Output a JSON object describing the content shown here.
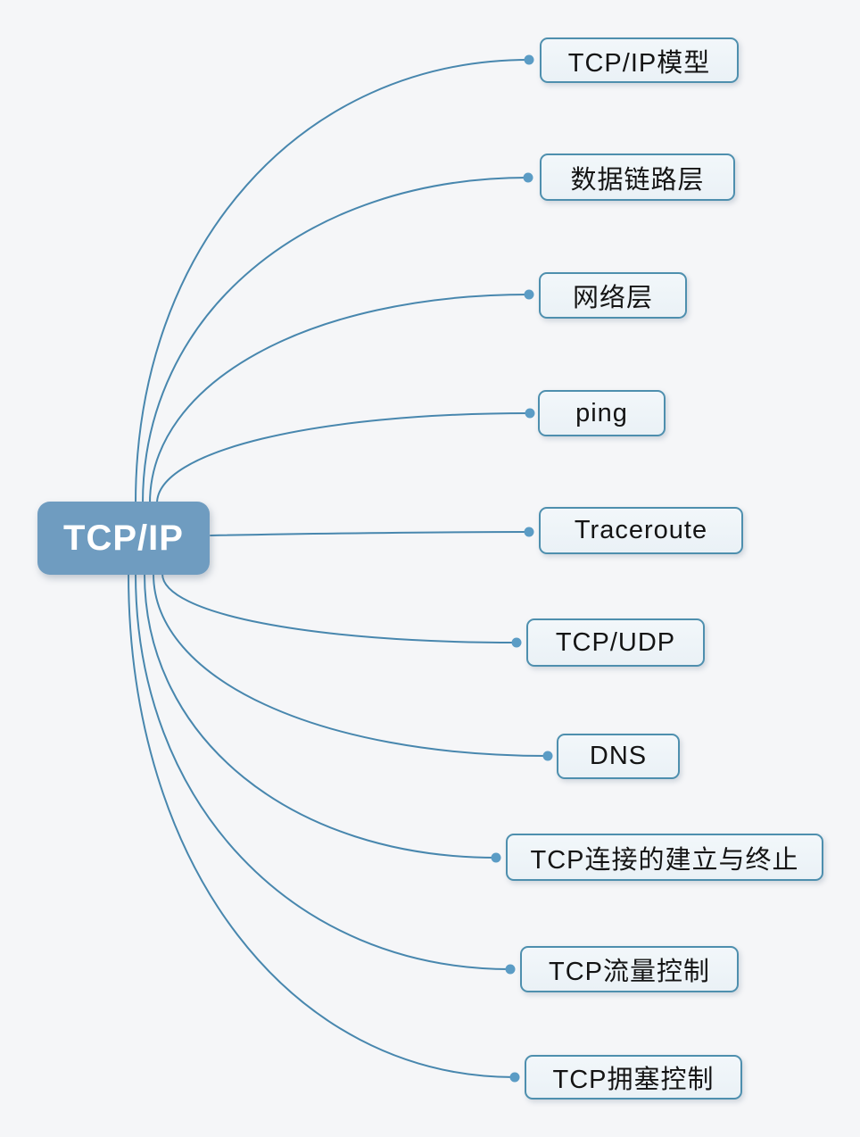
{
  "diagram": {
    "root": {
      "label": "TCP/IP"
    },
    "children": [
      {
        "label": "TCP/IP模型"
      },
      {
        "label": "数据链路层"
      },
      {
        "label": "网络层"
      },
      {
        "label": "ping"
      },
      {
        "label": "Traceroute"
      },
      {
        "label": "TCP/UDP"
      },
      {
        "label": "DNS"
      },
      {
        "label": "TCP连接的建立与终止"
      },
      {
        "label": "TCP流量控制"
      },
      {
        "label": "TCP拥塞控制"
      }
    ],
    "colors": {
      "background": "#f5f6f8",
      "root_fill": "#6f9cc0",
      "root_text": "#ffffff",
      "node_fill": "#eef4f8",
      "node_border": "#4e8fae",
      "node_text": "#141414",
      "connector": "#4887ae",
      "dot": "#5b9cc5"
    }
  }
}
